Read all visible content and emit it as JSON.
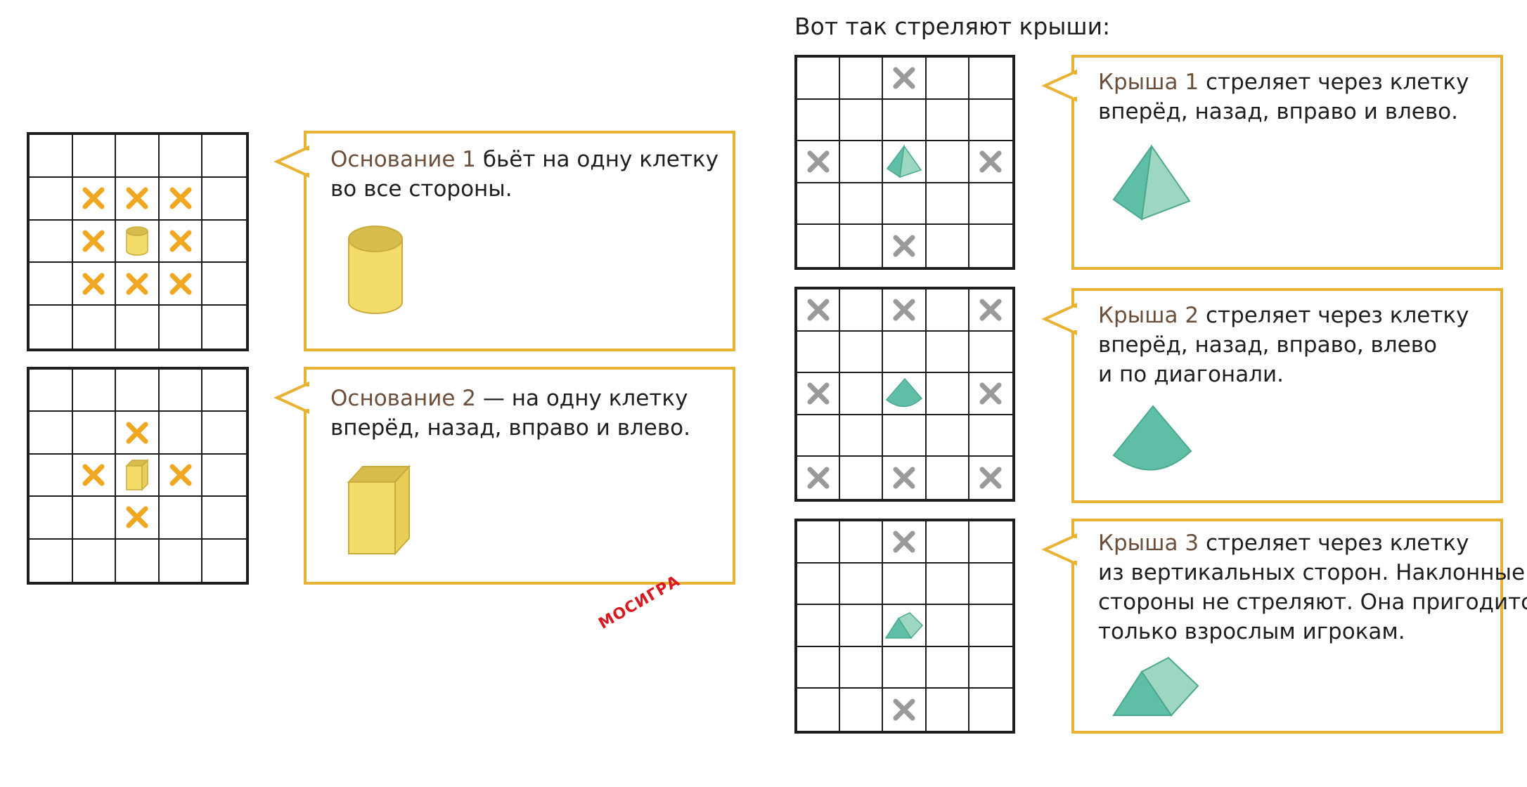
{
  "heading": "Вот так стреляют крыши:",
  "stamp": "МОСИГРА",
  "colors": {
    "bubble_border": "#e9b233",
    "highlight_text": "#6b4f3a",
    "x_orange": "#f0a822",
    "x_gray": "#9a9a9a",
    "base_yellow": "#f3dc6a",
    "roof_teal": "#5fbfa6"
  },
  "base1": {
    "highlight": "Основание 1",
    "line1_rest": " бьёт на одну клетку",
    "line2": "во все стороны.",
    "figure": "cylinder-icon",
    "board": {
      "piece": [
        2,
        2
      ],
      "marks": [
        [
          1,
          1
        ],
        [
          1,
          2
        ],
        [
          1,
          3
        ],
        [
          2,
          1
        ],
        [
          2,
          3
        ],
        [
          3,
          1
        ],
        [
          3,
          2
        ],
        [
          3,
          3
        ]
      ]
    }
  },
  "base2": {
    "highlight": "Основание 2",
    "line1_rest": " — на одну клетку",
    "line2": "вперёд, назад, вправо и влево.",
    "figure": "cuboid-icon",
    "board": {
      "piece": [
        2,
        2
      ],
      "marks": [
        [
          1,
          2
        ],
        [
          2,
          1
        ],
        [
          2,
          3
        ],
        [
          3,
          2
        ]
      ]
    }
  },
  "roof1": {
    "highlight": "Крыша 1",
    "line1_rest": " стреляет через клетку",
    "line2": "вперёд, назад, вправо и влево.",
    "figure": "pyramid-icon",
    "board": {
      "piece": [
        2,
        2
      ],
      "marks": [
        [
          0,
          2
        ],
        [
          2,
          0
        ],
        [
          2,
          4
        ],
        [
          4,
          2
        ]
      ]
    }
  },
  "roof2": {
    "highlight": "Крыша 2",
    "line1_rest": " стреляет через клетку",
    "line2": "вперёд, назад, вправо, влево",
    "line3": "и по диагонали.",
    "figure": "cone-icon",
    "board": {
      "piece": [
        2,
        2
      ],
      "marks": [
        [
          0,
          0
        ],
        [
          0,
          2
        ],
        [
          0,
          4
        ],
        [
          2,
          0
        ],
        [
          2,
          4
        ],
        [
          4,
          0
        ],
        [
          4,
          2
        ],
        [
          4,
          4
        ]
      ]
    }
  },
  "roof3": {
    "highlight": "Крыша 3",
    "line1_rest": " стреляет через клетку",
    "line2": "из вертикальных сторон. Наклонные",
    "line3": "стороны не стреляют. Она пригодится",
    "line4": "только взрослым игрокам.",
    "figure": "prism-icon",
    "board": {
      "piece": [
        2,
        2
      ],
      "marks": [
        [
          0,
          2
        ],
        [
          4,
          2
        ]
      ]
    }
  }
}
